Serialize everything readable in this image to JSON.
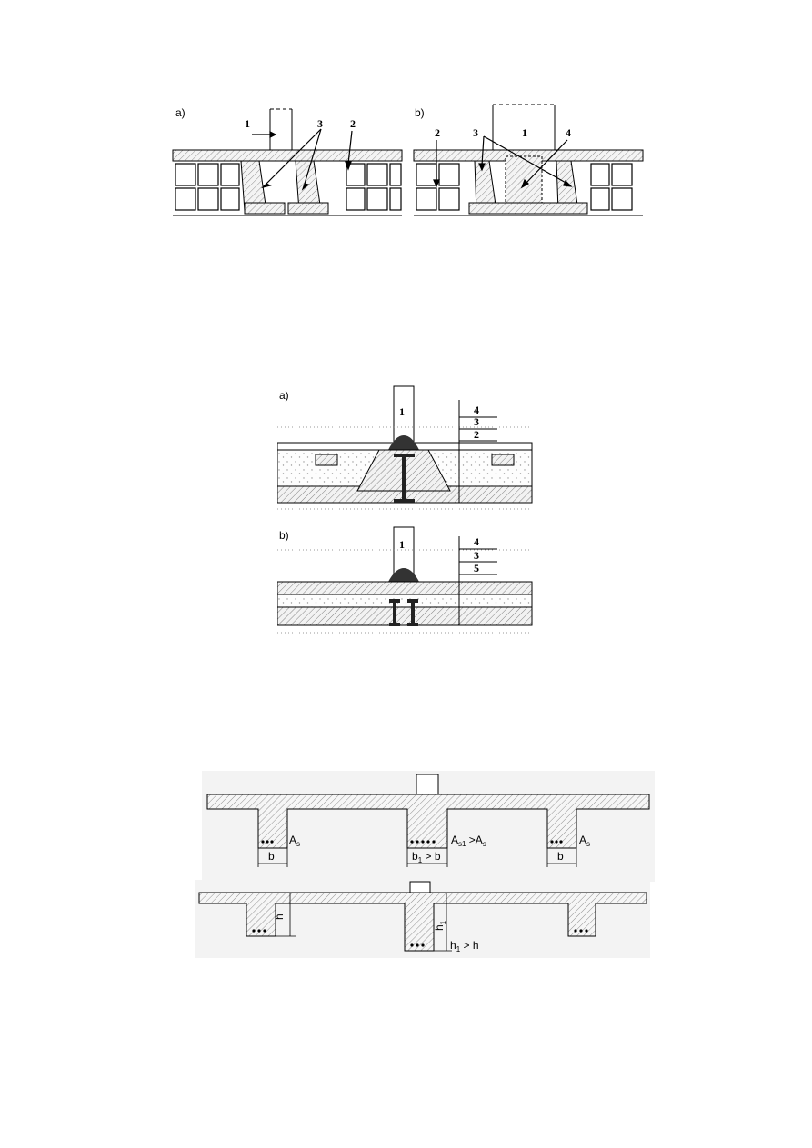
{
  "figure1": {
    "panel_a": {
      "letter": "a)",
      "labels": [
        "1",
        "3",
        "2"
      ]
    },
    "panel_b": {
      "letter": "b)",
      "labels": [
        "2",
        "3",
        "1",
        "4"
      ]
    }
  },
  "figure2": {
    "panel_a": {
      "letter": "a)",
      "labels": [
        "1",
        "4",
        "3",
        "2"
      ]
    },
    "panel_b": {
      "letter": "b)",
      "labels": [
        "1",
        "4",
        "3",
        "5"
      ]
    }
  },
  "figure3": {
    "top": {
      "b_left": "b",
      "as_left": "A",
      "as_left_sub": "s",
      "b1_center": "b",
      "b1_sub": "1",
      "b1_rel": " > b",
      "as1": "A",
      "as1_sub": "s1",
      "as1_rel": " >A",
      "as1_rel_sub": "s",
      "b_right": "b",
      "as_right": "A",
      "as_right_sub": "s"
    },
    "bottom": {
      "h": "h",
      "h1": "h",
      "h1_sub": "1",
      "h1_rel": "h",
      "h1_rel_sub": "1",
      "h1_rel_tail": " > h"
    }
  }
}
